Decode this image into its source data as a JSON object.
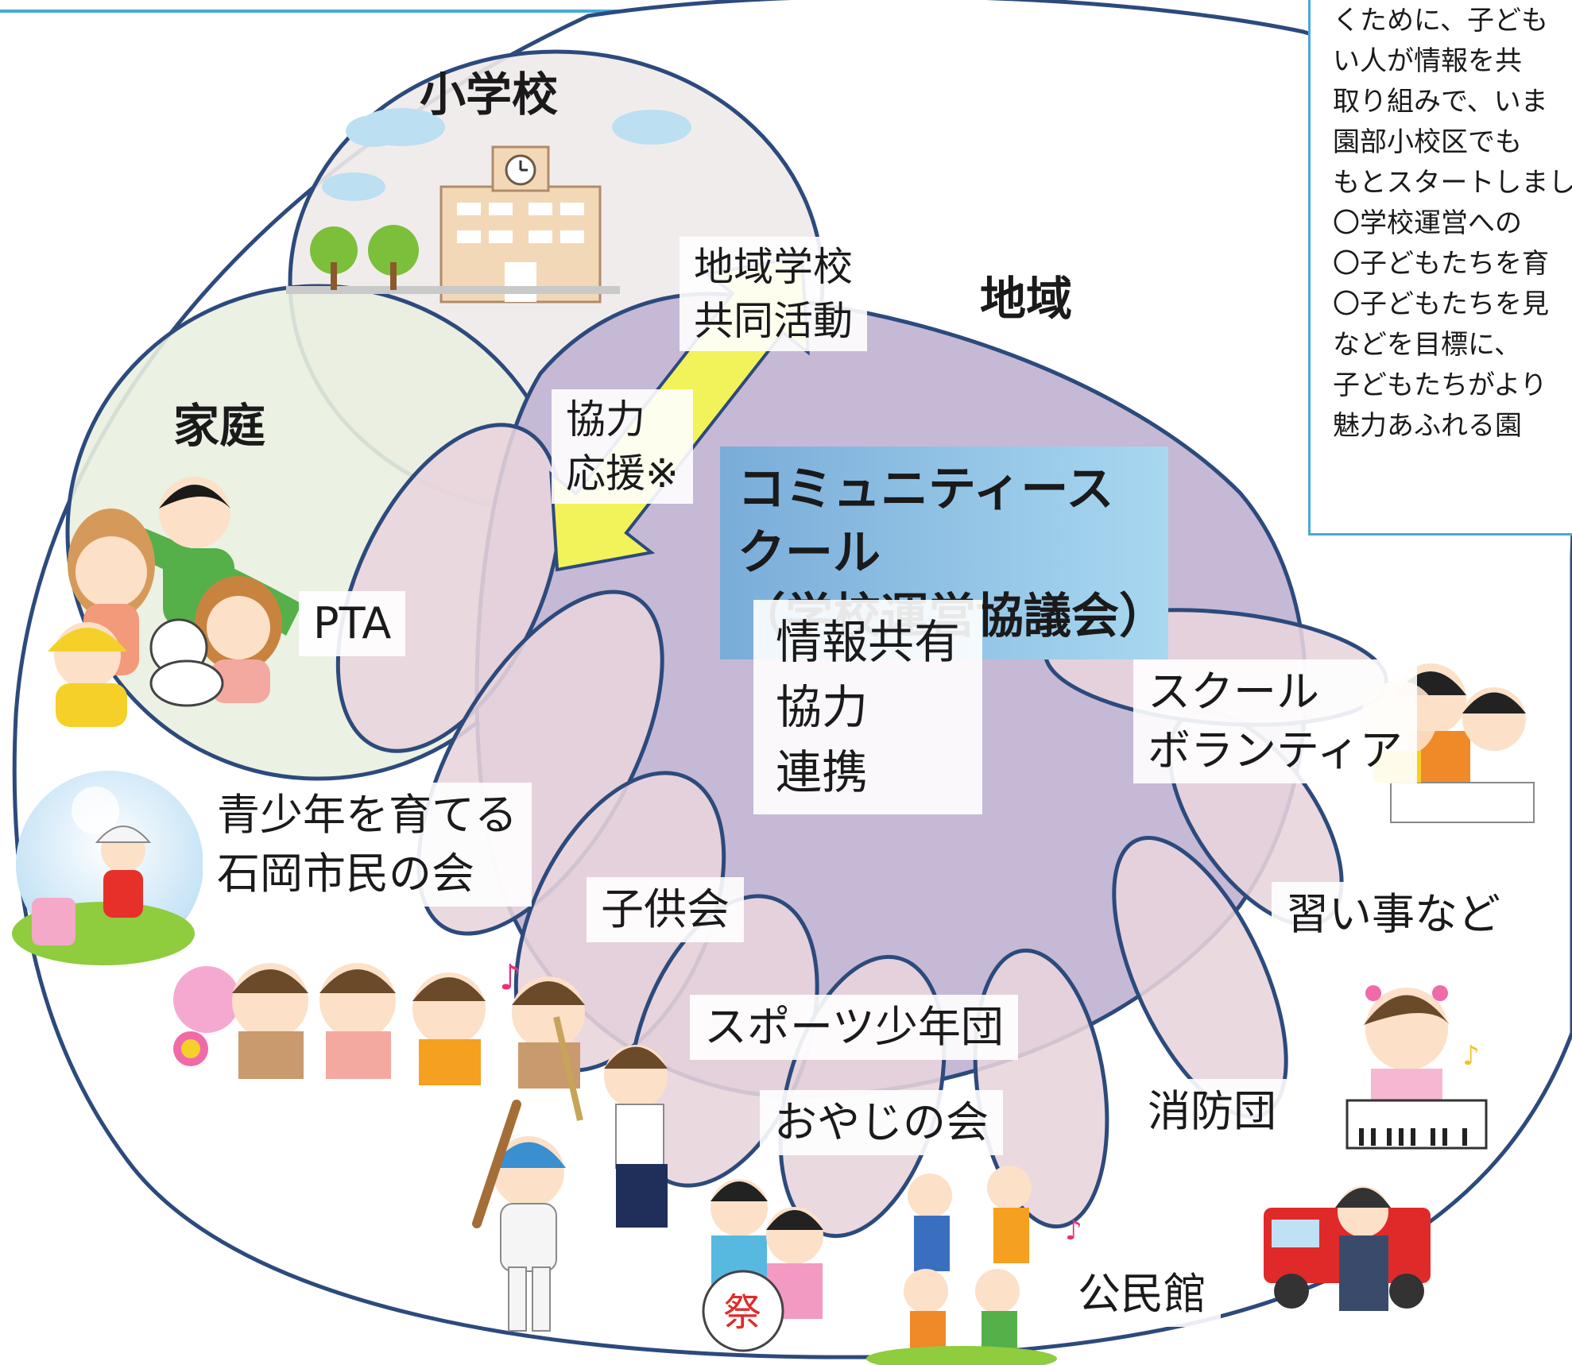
{
  "circles": {
    "school": "小学校",
    "home": "家庭",
    "community": "地域"
  },
  "arrows": {
    "joint_activity": "地域学校\n共同活動",
    "support": "協力\n応援※"
  },
  "community_school": {
    "title": "コミュニティースクール\n（学校運営協議会）",
    "functions": "情報共有\n協力\n連携"
  },
  "groups": {
    "pta": "PTA",
    "youth_assoc": "青少年を育てる\n石岡市民の会",
    "kodomokai": "子供会",
    "sports": "スポーツ少年団",
    "oyaji": "おやじの会",
    "kominkan": "公民館",
    "fire_brigade": "消防団",
    "lessons": "習い事など",
    "school_volunteer": "スクール\nボランティア"
  },
  "note_lines": [
    "くために、子ども",
    "い人が情報を共",
    "取り組みで、いま",
    "園部小校区でも",
    "もとスタートしまし",
    "〇学校運営への",
    "〇子どもたちを育",
    "〇子どもたちを見",
    "などを目標に、",
    "子どもたちがより",
    "魅力あふれる園"
  ],
  "colors": {
    "outline": "#2c4a7c",
    "community_school_fill": "#c5b9d6",
    "group_petal_fill": "#e8d4dc",
    "school_circle_fill": "#efeaea",
    "home_circle_fill": "#e9efe0",
    "arrow_fill": "#f2f25a",
    "box_border": "#49a8d8"
  },
  "icons": [
    "school-building-illustration",
    "family-illustration",
    "child-on-hill-illustration",
    "children-faces-illustration",
    "baseball-player-illustration",
    "kendo-illustration",
    "festival-illustration",
    "exercising-elders-illustration",
    "firefighter-illustration",
    "piano-girl-illustration",
    "studying-children-illustration"
  ]
}
